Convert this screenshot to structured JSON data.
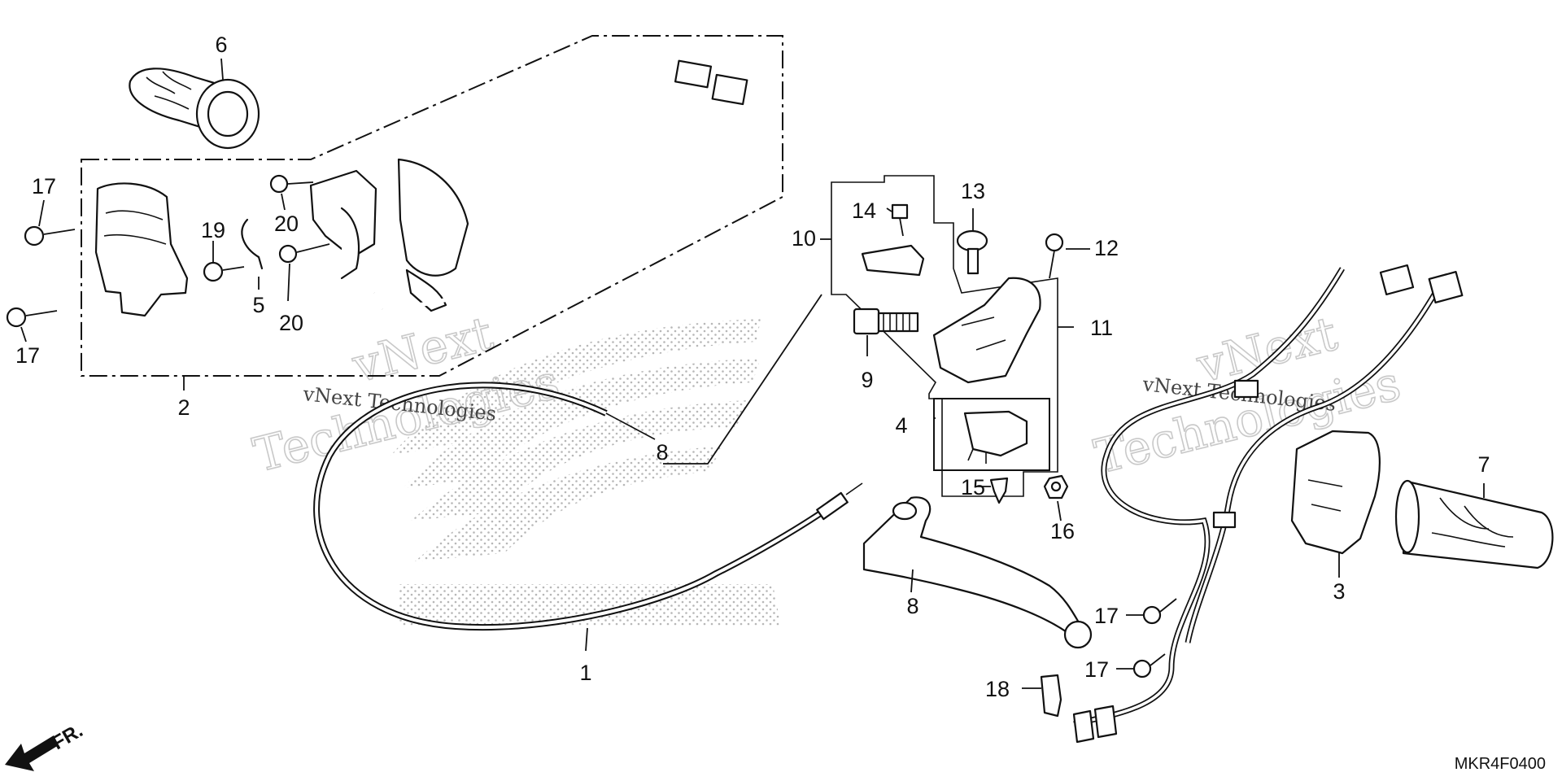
{
  "diagram": {
    "part_labels": {
      "p1": "1",
      "p2": "2",
      "p3": "3",
      "p4": "4",
      "p5": "5",
      "p6": "6",
      "p7": "7",
      "p8a": "8",
      "p8b": "8",
      "p9": "9",
      "p10": "10",
      "p11": "11",
      "p12": "12",
      "p13": "13",
      "p14": "14",
      "p15": "15",
      "p16": "16",
      "p17a": "17",
      "p17b": "17",
      "p17c": "17",
      "p17d": "17",
      "p18": "18",
      "p19": "19",
      "p20a": "20",
      "p20b": "20"
    },
    "watermark": {
      "brand_big": "vNext",
      "brand_big2": "Technologies",
      "brand_small": "vNext Technologies"
    },
    "direction_label": "FR.",
    "drawing_code": "MKR4F0400"
  }
}
